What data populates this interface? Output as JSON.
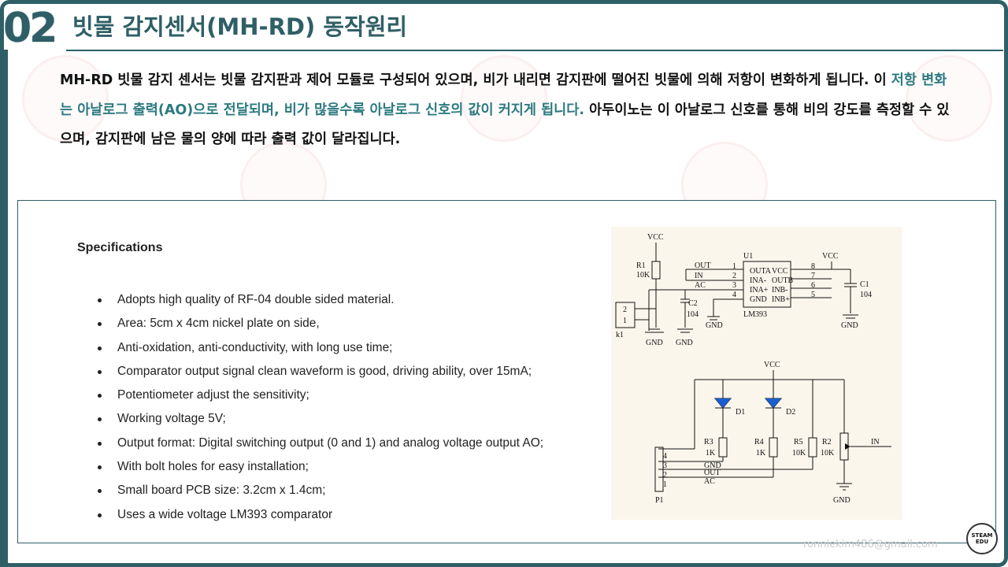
{
  "header": {
    "number": "02",
    "title": "빗물 감지센서(MH-RD) 동작원리"
  },
  "paragraph": {
    "part1": "MH-RD 빗물 감지 센서는 빗물 감지판과 제어 모듈로 구성되어 있으며, 비가 내리면 감지판에 떨어진 빗물에 의해 저항이 변화하게 됩니다. 이 ",
    "highlight": "저항 변화는 아날로그 출력(AO)으로 전달되며, 비가 많을수록 아날로그 신호의 값이 커지게 됩니다.",
    "part2": " 아두이노는 이 아날로그 신호를 통해 비의 강도를 측정할 수 있으며, 감지판에 남은 물의 양에 따라 출력 값이 달라집니다."
  },
  "specs": {
    "title": "Specifications",
    "items": [
      "Adopts high quality of RF-04 double sided material.",
      "Area: 5cm x 4cm nickel plate on side,",
      "Anti-oxidation, anti-conductivity, with long use time;",
      "Comparator output signal clean waveform is good, driving ability, over 15mA;",
      "Potentiometer adjust the sensitivity;",
      "Working voltage 5V;",
      "Output format: Digital switching output (0 and 1) and analog voltage output AO;",
      "With bolt holes for easy installation;",
      "Small board PCB size: 3.2cm x 1.4cm;",
      "Uses a wide voltage LM393 comparator"
    ]
  },
  "schematic": {
    "vcc": "VCC",
    "gnd": "GND",
    "r1": "R1",
    "r1_val": "10K",
    "u1": "U1",
    "chip": "LM393",
    "pins_left": [
      "OUTA",
      "INA-",
      "INA+",
      "GND"
    ],
    "pins_right": [
      "VCC",
      "OUTB",
      "INB-",
      "INB+"
    ],
    "pin_nums_left": [
      "1",
      "2",
      "3",
      "4"
    ],
    "pin_nums_right": [
      "8",
      "7",
      "6",
      "5"
    ],
    "sig_out": "OUT",
    "sig_in": "IN",
    "sig_ac": "AC",
    "c1": "C1",
    "c1_val": "104",
    "c2": "C2",
    "c2_val": "104",
    "k1": "k1",
    "k1_pins": [
      "2",
      "1"
    ],
    "d1": "D1",
    "d2": "D2",
    "r3": "R3",
    "r3_val": "1K",
    "r4": "R4",
    "r4_val": "1K",
    "r5": "R5",
    "r5_val": "10K",
    "r2": "R2",
    "r2_val": "10K",
    "p1": "P1",
    "p1_pins": [
      "4",
      "3",
      "2",
      "1"
    ],
    "in_label": "IN"
  },
  "footer": {
    "email": "ronniekim486@gmail.com",
    "logo_top": "STEAM",
    "logo_bottom": "EDU"
  },
  "colors": {
    "accent": "#2f5f66",
    "highlight_text": "#2c7a80"
  }
}
